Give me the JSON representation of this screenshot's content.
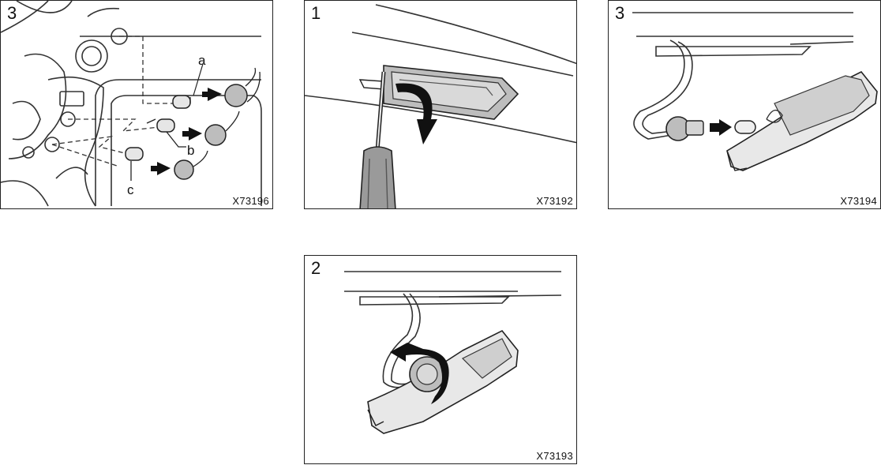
{
  "panels": [
    {
      "step": "3",
      "code": "X73196",
      "callouts": {
        "a": "a",
        "b": "b",
        "c": "c"
      }
    },
    {
      "step": "1",
      "code": "X73192"
    },
    {
      "step": "3",
      "code": "X73194"
    },
    {
      "step": "2",
      "code": "X73193"
    }
  ]
}
